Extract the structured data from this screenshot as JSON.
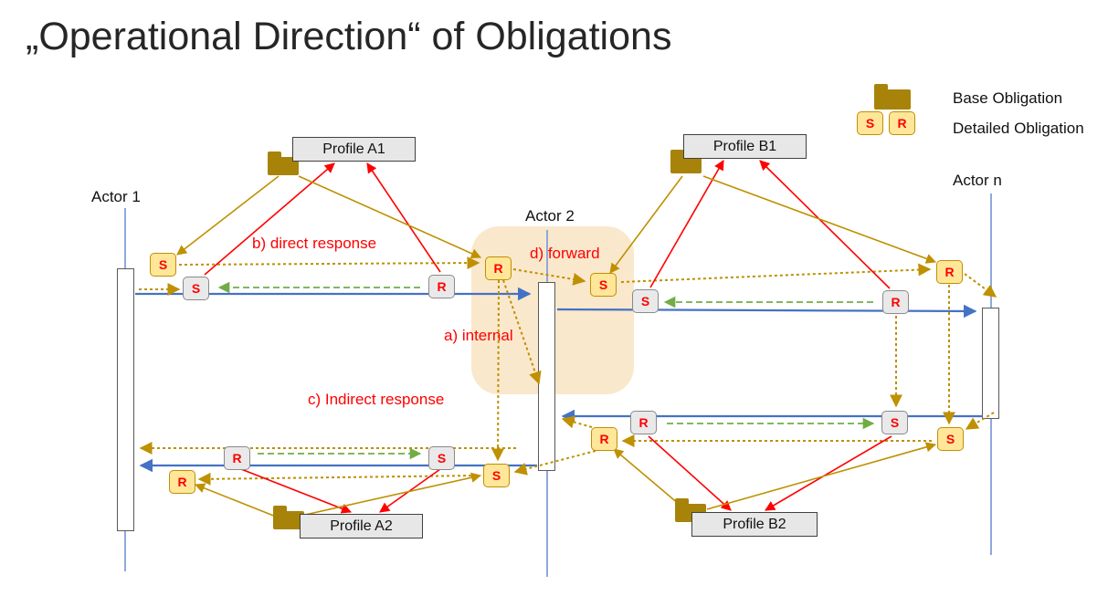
{
  "title": "„Operational Direction“ of Obligations",
  "legend": {
    "base_obligation": "Base Obligation",
    "detailed_obligation": "Detailed Obligation",
    "s": "S",
    "r": "R"
  },
  "actors": [
    {
      "label": "Actor 1"
    },
    {
      "label": "Actor 2"
    },
    {
      "label": "Actor n"
    }
  ],
  "profiles": [
    {
      "label": "Profile A1"
    },
    {
      "label": "Profile B1"
    },
    {
      "label": "Profile A2"
    },
    {
      "label": "Profile B2"
    }
  ],
  "annotations": {
    "a": "a) internal",
    "b": "b) direct response",
    "c": "c) Indirect response",
    "d": "d) forward"
  },
  "tags": [
    {
      "letter": "S",
      "kind": "yellow"
    },
    {
      "letter": "S",
      "kind": "gray"
    },
    {
      "letter": "R",
      "kind": "gray"
    },
    {
      "letter": "R",
      "kind": "yellow"
    },
    {
      "letter": "S",
      "kind": "yellow"
    },
    {
      "letter": "S",
      "kind": "gray"
    },
    {
      "letter": "R",
      "kind": "gray"
    },
    {
      "letter": "R",
      "kind": "yellow"
    },
    {
      "letter": "R",
      "kind": "gray"
    },
    {
      "letter": "S",
      "kind": "gray"
    },
    {
      "letter": "S",
      "kind": "yellow"
    },
    {
      "letter": "R",
      "kind": "yellow"
    },
    {
      "letter": "R",
      "kind": "gray"
    },
    {
      "letter": "S",
      "kind": "gray"
    },
    {
      "letter": "S",
      "kind": "yellow"
    },
    {
      "letter": "R",
      "kind": "yellow"
    }
  ],
  "colors": {
    "message_blue": "#4472C4",
    "response_green": "#70AD47",
    "obligation_gold": "#BF9000",
    "detail_red": "#FF0000",
    "base_obligation_fill": "#A8830A",
    "tag_yellow": "#FFE699",
    "tag_gray": "#E9E9E9",
    "highlight_region": "#FAE8CD"
  }
}
